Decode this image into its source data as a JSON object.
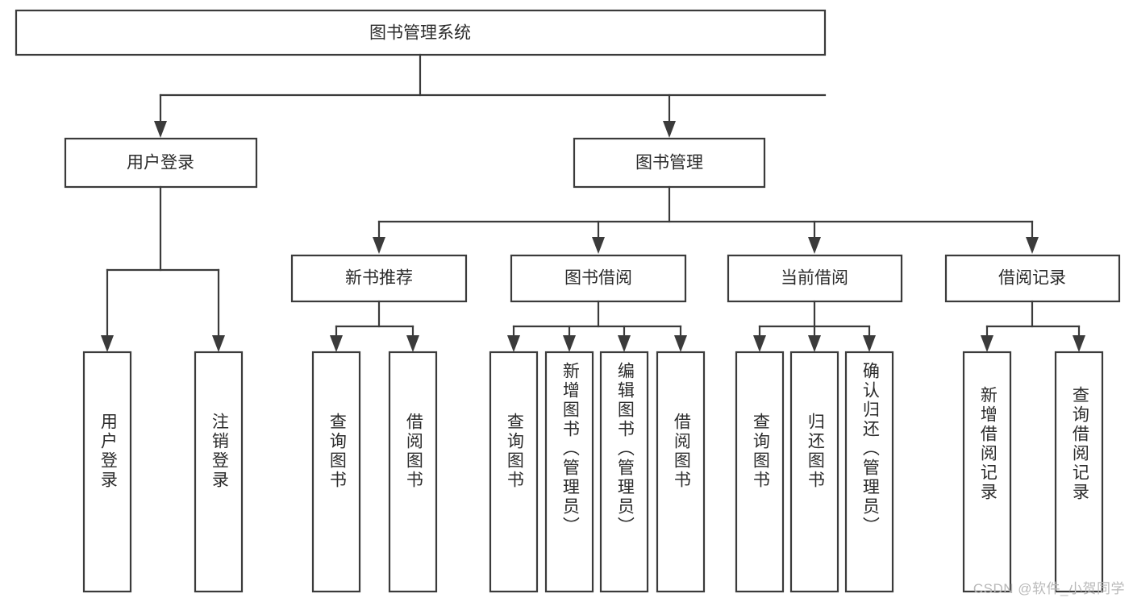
{
  "diagram": {
    "title": "图书管理系统",
    "type": "tree",
    "watermark": "CSDN @软件_小贺同学",
    "colors": {
      "stroke": "#3b3b3b",
      "box_fill": "#ffffff",
      "text": "#2b2b2b",
      "background": "#ffffff",
      "watermark": "#b9b9b9"
    },
    "root": {
      "id": "root",
      "label": "图书管理系统"
    },
    "level2": [
      {
        "id": "user-login",
        "label": "用户登录"
      },
      {
        "id": "book-manage",
        "label": "图书管理"
      }
    ],
    "level3": [
      {
        "id": "new-book-rec",
        "label": "新书推荐",
        "parent": "book-manage"
      },
      {
        "id": "book-borrow",
        "label": "图书借阅",
        "parent": "book-manage"
      },
      {
        "id": "current-borrow",
        "label": "当前借阅",
        "parent": "book-manage"
      },
      {
        "id": "borrow-record",
        "label": "借阅记录",
        "parent": "book-manage"
      }
    ],
    "leaves": [
      {
        "id": "leaf-user-login",
        "label": "用户登录",
        "parent": "user-login"
      },
      {
        "id": "leaf-user-logout",
        "label": "注销登录",
        "parent": "user-login"
      },
      {
        "id": "leaf-query-book-1",
        "label": "查询图书",
        "parent": "new-book-rec"
      },
      {
        "id": "leaf-borrow-book-1",
        "label": "借阅图书",
        "parent": "new-book-rec"
      },
      {
        "id": "leaf-query-book-2",
        "label": "查询图书",
        "parent": "book-borrow"
      },
      {
        "id": "leaf-add-book",
        "label": "新增图书（管理员）",
        "parent": "book-borrow"
      },
      {
        "id": "leaf-edit-book",
        "label": "编辑图书（管理员）",
        "parent": "book-borrow"
      },
      {
        "id": "leaf-borrow-book-2",
        "label": "借阅图书",
        "parent": "book-borrow"
      },
      {
        "id": "leaf-query-book-3",
        "label": "查询图书",
        "parent": "current-borrow"
      },
      {
        "id": "leaf-return-book",
        "label": "归还图书",
        "parent": "current-borrow"
      },
      {
        "id": "leaf-confirm-return",
        "label": "确认归还（管理员）",
        "parent": "current-borrow"
      },
      {
        "id": "leaf-add-record",
        "label": "新增借阅记录",
        "parent": "borrow-record"
      },
      {
        "id": "leaf-query-record",
        "label": "查询借阅记录",
        "parent": "borrow-record"
      }
    ]
  }
}
